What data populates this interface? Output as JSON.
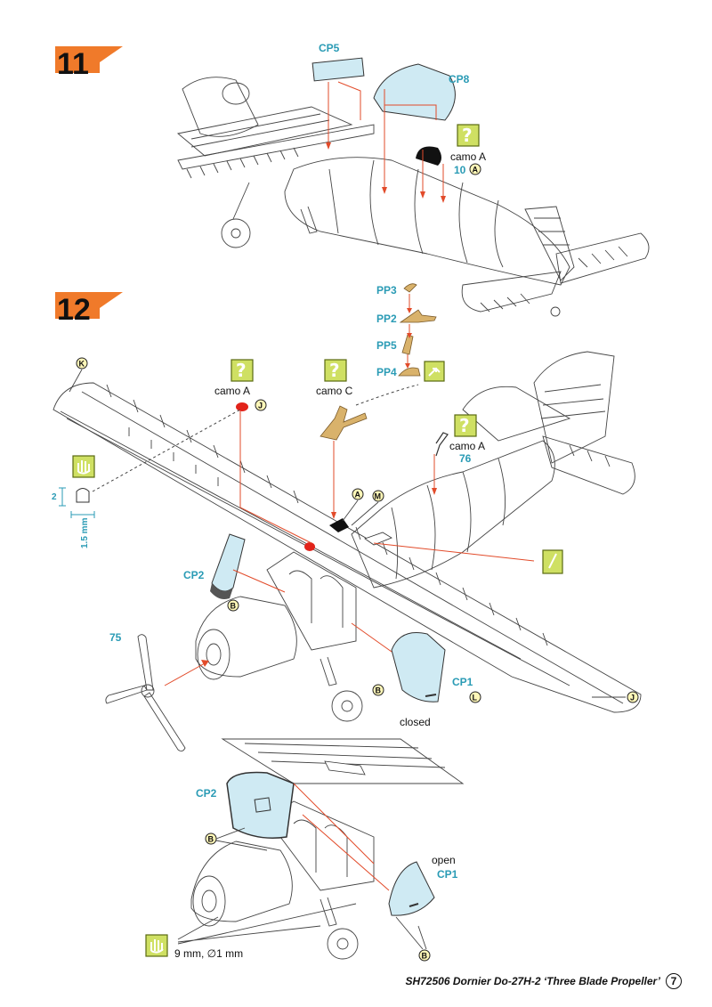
{
  "steps": [
    {
      "number": "11"
    },
    {
      "number": "12"
    }
  ],
  "labels": {
    "cp5": "CP5",
    "cp8": "CP8",
    "camo_a_11": "camo A",
    "num_10": "10",
    "pp3": "PP3",
    "pp2": "PP2",
    "pp5": "PP5",
    "pp4": "PP4",
    "camo_a_12": "camo A",
    "camo_c": "camo C",
    "camo_a_76": "camo A",
    "num_76": "76",
    "dim_2": "2",
    "dim_15": "1.5 mm",
    "cp2_top": "CP2",
    "num_75": "75",
    "cp1_closed": "CP1",
    "closed": "closed",
    "cp2_bottom": "CP2",
    "open": "open",
    "cp1_open": "CP1",
    "dims_bottom": "9 mm, ∅1 mm"
  },
  "paint_refs": [
    "A",
    "K",
    "J",
    "A",
    "M",
    "B",
    "B",
    "L",
    "J",
    "B",
    "B"
  ],
  "footer": {
    "title": "SH72506 Dornier Do-27H-2 ‘Three Blade Propeller’",
    "page": "7"
  },
  "colors": {
    "accent_orange": "#f07a2a",
    "part_cyan": "#2a9bb5",
    "arrow_red": "#e24b2a",
    "clear_part": "#cfeaf3",
    "resin_tan": "#d9b26b",
    "icon_green": "#cfe063"
  }
}
